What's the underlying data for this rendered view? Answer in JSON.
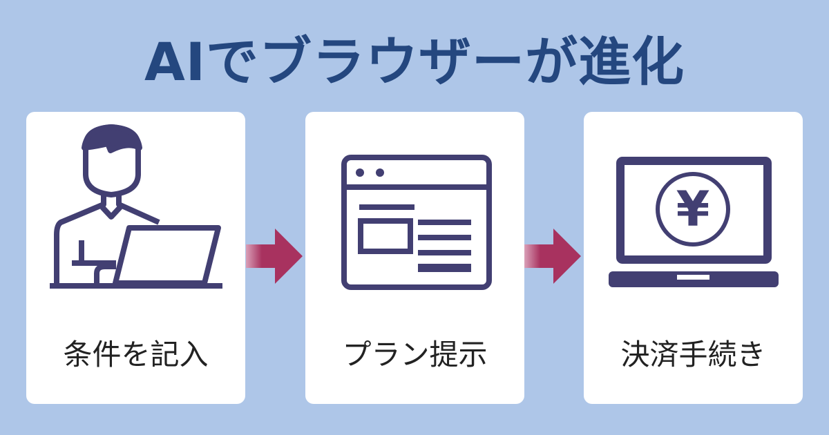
{
  "title": "AIでブラウザーが進化",
  "steps": [
    {
      "label": "条件を記入",
      "icon": "person-laptop-icon"
    },
    {
      "label": "プラン提示",
      "icon": "browser-window-icon"
    },
    {
      "label": "決済手続き",
      "icon": "laptop-yen-icon"
    }
  ],
  "yen_symbol": "¥",
  "colors": {
    "background": "#aec6e8",
    "title": "#24477f",
    "icon": "#423f72",
    "arrow": "#a8325f"
  }
}
